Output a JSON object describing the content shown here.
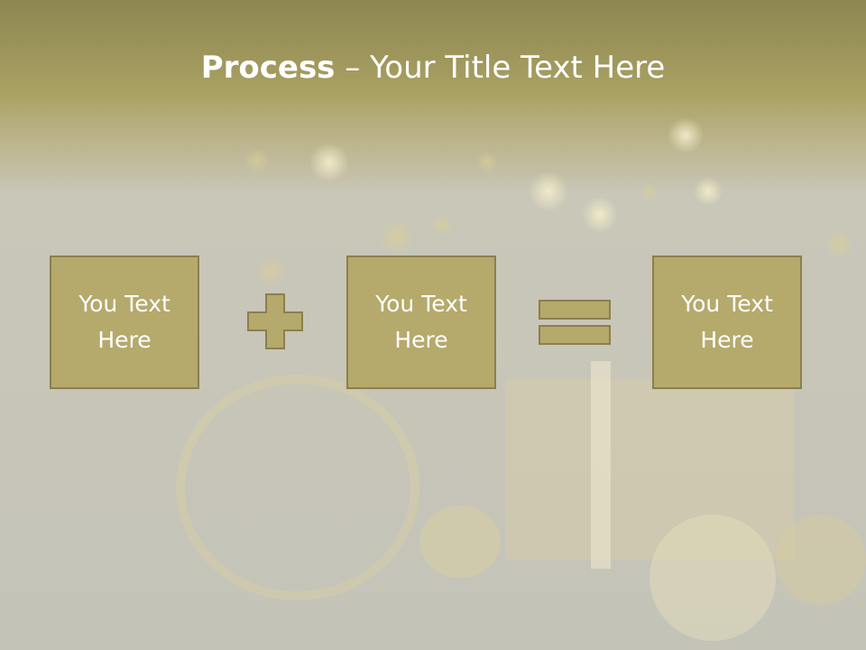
{
  "slide": {
    "title_bold": "Process",
    "title_rest": " – Your Title Text Here"
  },
  "boxes": [
    {
      "text": "You Text\nHere"
    },
    {
      "text": "You Text\nHere"
    },
    {
      "text": "You Text\nHere"
    }
  ],
  "operators": [
    "plus-icon",
    "equals-icon"
  ],
  "colors": {
    "box_fill": "#b5a96c",
    "box_border": "#8a804e",
    "header_band": "#a9a062",
    "text": "#ffffff"
  }
}
